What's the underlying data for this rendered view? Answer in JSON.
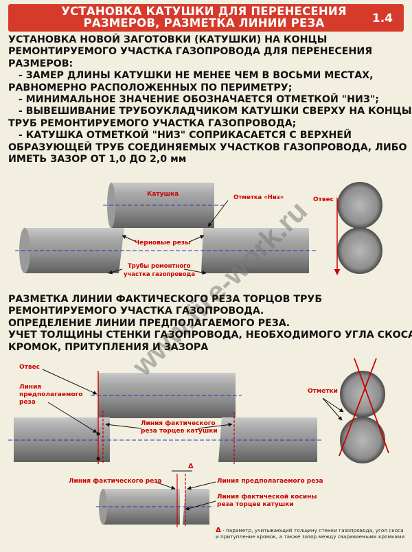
{
  "header": {
    "title_line1": "УСТАНОВКА КАТУШКИ ДЛЯ ПЕРЕНЕСЕНИЯ",
    "title_line2": "РАЗМЕРОВ, РАЗМЕТКА ЛИНИИ РЕЗА",
    "section_number": "1.4"
  },
  "intro": {
    "lines": [
      "УСТАНОВКА НОВОЙ ЗАГОТОВКИ (КАТУШКИ) НА КОНЦЫ",
      "РЕМОНТИРУЕМОГО УЧАСТКА ГАЗОПРОВОДА ДЛЯ ПЕРЕНЕСЕНИЯ",
      "РАЗМЕРОВ:",
      "   - ЗАМЕР ДЛИНЫ КАТУШКИ НЕ МЕНЕЕ ЧЕМ В ВОСЬМИ МЕСТАХ,",
      "РАВНОМЕРНО РАСПОЛОЖЕННЫХ ПО ПЕРИМЕТРУ;",
      "   - МИНИМАЛЬНОЕ ЗНАЧЕНИЕ ОБОЗНАЧАЕТСЯ ОТМЕТКОЙ \"НИЗ\";",
      "   - ВЫВЕШИВАНИЕ ТРУБОУКЛАДЧИКОМ КАТУШКИ СВЕРХУ НА КОНЦЫ",
      "ТРУБ РЕМОНТИРУЕМОГО УЧАСТКА ГАЗОПРОВОДА;",
      "   - КАТУШКА ОТМЕТКОЙ \"НИЗ\" СОПРИКАСАЕТСЯ С ВЕРХНЕЙ",
      "ОБРАЗУЮЩЕЙ ТРУБ СОЕДИНЯЕМЫХ УЧАСТКОВ ГАЗОПРОВОДА, ЛИБО",
      "ИМЕТЬ ЗАЗОР ОТ 1,0 ДО 2,0 мм"
    ]
  },
  "diagram1": {
    "label_katushka": "Катушка",
    "label_otmetka_niz": "Отметка «Низ»",
    "label_otves": "Отвес",
    "label_chernovye_rezy": "Черновые резы",
    "label_truby_line1": "Трубы ремонтного",
    "label_truby_line2": "участка газопровода"
  },
  "section2": {
    "lines": [
      "РАЗМЕТКА ЛИНИИ ФАКТИЧЕСКОГО РЕЗА ТОРЦОВ ТРУБ",
      "РЕМОНТИРУЕМОГО УЧАСТКА ГАЗОПРОВОДА.",
      "ОПРЕДЕЛЕНИЕ ЛИНИИ ПРЕДПОЛАГАЕМОГО РЕЗА.",
      "УЧЕТ ТОЛЩИНЫ СТЕНКИ ГАЗОПРОВОДА, НЕОБХОДИМОГО УГЛА СКОСА",
      "КРОМОК, ПРИТУПЛЕНИЯ И ЗАЗОРА"
    ]
  },
  "diagram2": {
    "label_otves": "Отвес",
    "label_liniya_predp_line1": "Линия",
    "label_liniya_predp_line2": "предполагаемого",
    "label_liniya_predp_line3": "реза",
    "label_liniya_fakt_line1": "Линия фактического",
    "label_liniya_fakt_line2": "реза торцев катушки",
    "label_otmetki": "Отметки"
  },
  "diagram3": {
    "label_liniya_fakt_reza": "Линия фактического реза",
    "label_liniya_predp_reza": "Линия предполагаемого реза",
    "label_liniya_fakt_kosiny_line1": "Линия фактической косины",
    "label_liniya_fakt_kosiny_line2": "реза торцев катушки",
    "delta_symbol": "Δ"
  },
  "note": {
    "delta_symbol": "Δ",
    "text_line1": " - параметр, учитывающий толщину стенки газопровода, угол скоса",
    "text_line2": "и притупление кромок, а также зазор между свариваемыми кромками"
  },
  "watermark": "www.fire-work.ru",
  "colors": {
    "header_bg": "#d63a2b",
    "background": "#f2efe0",
    "label_red": "#cc0000",
    "axis_blue": "#2233bb",
    "pipe_gray": "#8a8a8a"
  }
}
